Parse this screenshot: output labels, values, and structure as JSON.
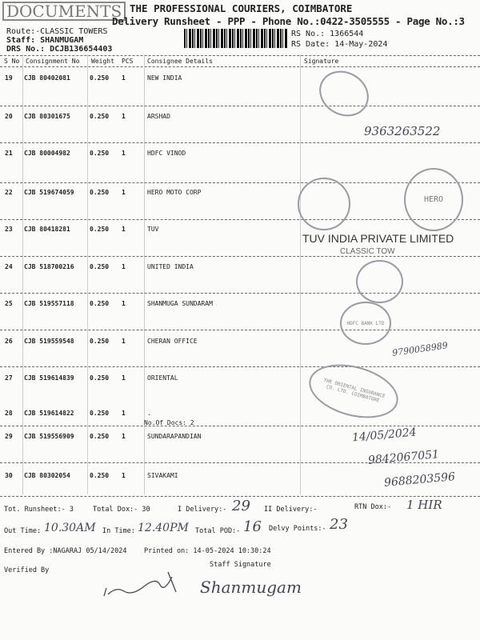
{
  "header": {
    "stamp": "DOCUMENTS",
    "company": "THE PROFESSIONAL COURIERS, COIMBATORE",
    "subtitle": "Delivery Runsheet - PPP - Phone No.:0422-3505555 - Page No.:3",
    "route": "Route:-CLASSIC TOWERS",
    "staff": "Staff: SHANMUGAM",
    "drs": "DRS No.: DCJB136654403",
    "rs_no": "RS No.: 1366544",
    "rs_date": "RS Date: 14-May-2024"
  },
  "table": {
    "columns": [
      "S No",
      "Consignment No",
      "Weight",
      "PCS",
      "Consignee Details",
      "Signature"
    ],
    "rows": [
      {
        "sno": "19",
        "cn": "CJB 80402081",
        "weight": "0.250",
        "pcs": "1",
        "consignee": "NEW INDIA"
      },
      {
        "sno": "20",
        "cn": "CJB 80301675",
        "weight": "0.250",
        "pcs": "1",
        "consignee": "ARSHAD"
      },
      {
        "sno": "21",
        "cn": "CJB 80004982",
        "weight": "0.250",
        "pcs": "1",
        "consignee": "HDFC VINOD"
      },
      {
        "sno": "22",
        "cn": "CJB 519674059",
        "weight": "0.250",
        "pcs": "1",
        "consignee": "HERO MOTO CORP"
      },
      {
        "sno": "23",
        "cn": "CJB 80418281",
        "weight": "0.250",
        "pcs": "1",
        "consignee": "TUV"
      },
      {
        "sno": "24",
        "cn": "CJB 518700216",
        "weight": "0.250",
        "pcs": "1",
        "consignee": "UNITED INDIA"
      },
      {
        "sno": "25",
        "cn": "CJB 519557118",
        "weight": "0.250",
        "pcs": "1",
        "consignee": "SHANMUGA SUNDARAM"
      },
      {
        "sno": "26",
        "cn": "CJB 519559548",
        "weight": "0.250",
        "pcs": "1",
        "consignee": "CHERAN OFFICE"
      },
      {
        "sno": "27",
        "cn": "CJB 519614839",
        "weight": "0.250",
        "pcs": "1",
        "consignee": "ORIENTAL"
      },
      {
        "sno": "28",
        "cn": "CJB 519614822",
        "weight": "0.250",
        "pcs": "1",
        "consignee": ".",
        "note": "No.Of Docs: 2"
      },
      {
        "sno": "29",
        "cn": "CJB 519556909",
        "weight": "0.250",
        "pcs": "1",
        "consignee": "SUNDARAPANDIAN"
      },
      {
        "sno": "30",
        "cn": "CJB 80302054",
        "weight": "0.250",
        "pcs": "1",
        "consignee": "SIVAKAMI"
      }
    ]
  },
  "signatures": {
    "phone1": "9363263522",
    "tuv_stamp": "TUV INDIA PRIVATE LIMITED",
    "tuv_stamp2": "CLASSIC TOW",
    "phone2": "9790058989",
    "date_hand": "14/05/2024",
    "phone3": "9842067051",
    "phone4": "9688203596",
    "hero_stamp": "HERO",
    "hdfc_stamp": "HDFC BANK LTD",
    "oriental_stamp": "THE ORIENTAL INSURANCE CO. LTD. COIMBATORE"
  },
  "footer": {
    "tot_runsheet": "Tot. Runsheet:- 3",
    "total_dox": "Total Dox:-   30",
    "i_delivery_label": "I Delivery:-",
    "i_delivery_value": "29",
    "ii_delivery": "II Delivery:-",
    "rtn_dox_label": "RTN Dox:-",
    "rtn_dox_value": "1  HIR",
    "out_time_label": "Out Time:",
    "out_time_value": "10.30AM",
    "in_time_label": "In Time:",
    "in_time_value": "12.40PM",
    "total_pod_label": "Total POD:-",
    "total_pod_value": "16",
    "delvy_points_label": "Delvy Points:-",
    "delvy_points_value": "23",
    "entered_by": "Entered By :NAGARAJ 05/14/2024",
    "printed_on": "Printed on: 14-05-2024 10:30:24",
    "verified_by": "Verified By",
    "staff_signature": "Staff Signature",
    "staff_sign_hand": "Shanmugam"
  }
}
